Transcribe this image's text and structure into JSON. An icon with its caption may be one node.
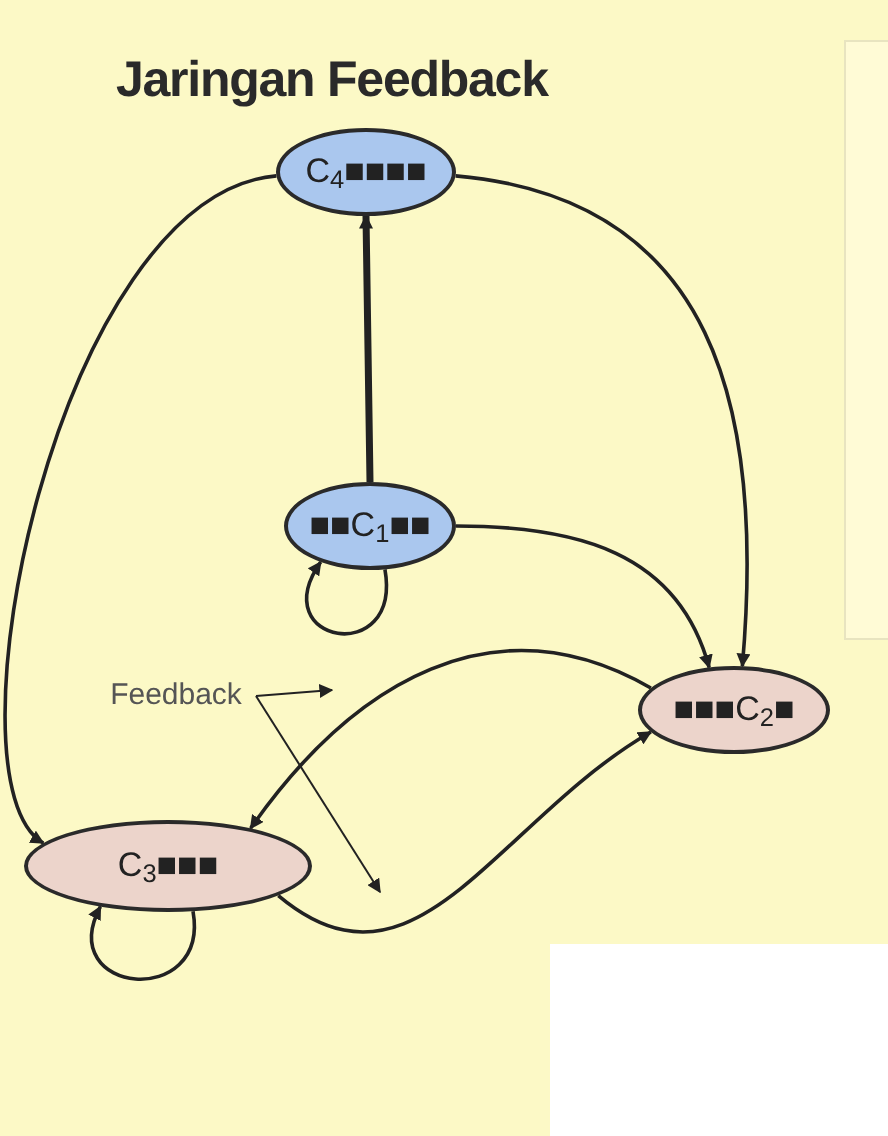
{
  "diagram": {
    "title": "Jaringan Feedback",
    "nodes": [
      {
        "text": [
          "C$_{4}$■■■■"
        ]
      },
      {
        "text": [
          "■■C$_{1}$■■"
        ]
      },
      {
        "text": [
          "■■■C$_{2}$■"
        ]
      },
      {
        "text": [
          "C$_{3}$■■■"
        ]
      },
      {
        "text": [
          "Feedback"
        ]
      }
    ],
    "edges": [
      {
        "from": 1,
        "to": 0,
        "arrow": "to",
        "style": "thick"
      },
      {
        "from": 0,
        "to": 3,
        "arrow": "to"
      },
      {
        "from": 0,
        "to": 2,
        "arrow": "to"
      },
      {
        "from": 1,
        "to": 2,
        "arrow": "to"
      },
      {
        "from": 1,
        "to": 1,
        "arrow": "to"
      },
      {
        "from": 2,
        "to": 3,
        "arrow": "to"
      },
      {
        "from": 3,
        "to": 2,
        "arrow": "to"
      },
      {
        "from": 3,
        "to": 3,
        "arrow": "to"
      },
      {
        "from": 4,
        "to": null,
        "arrow": "to"
      },
      {
        "from": 4,
        "to": null,
        "arrow": "to"
      }
    ]
  }
}
